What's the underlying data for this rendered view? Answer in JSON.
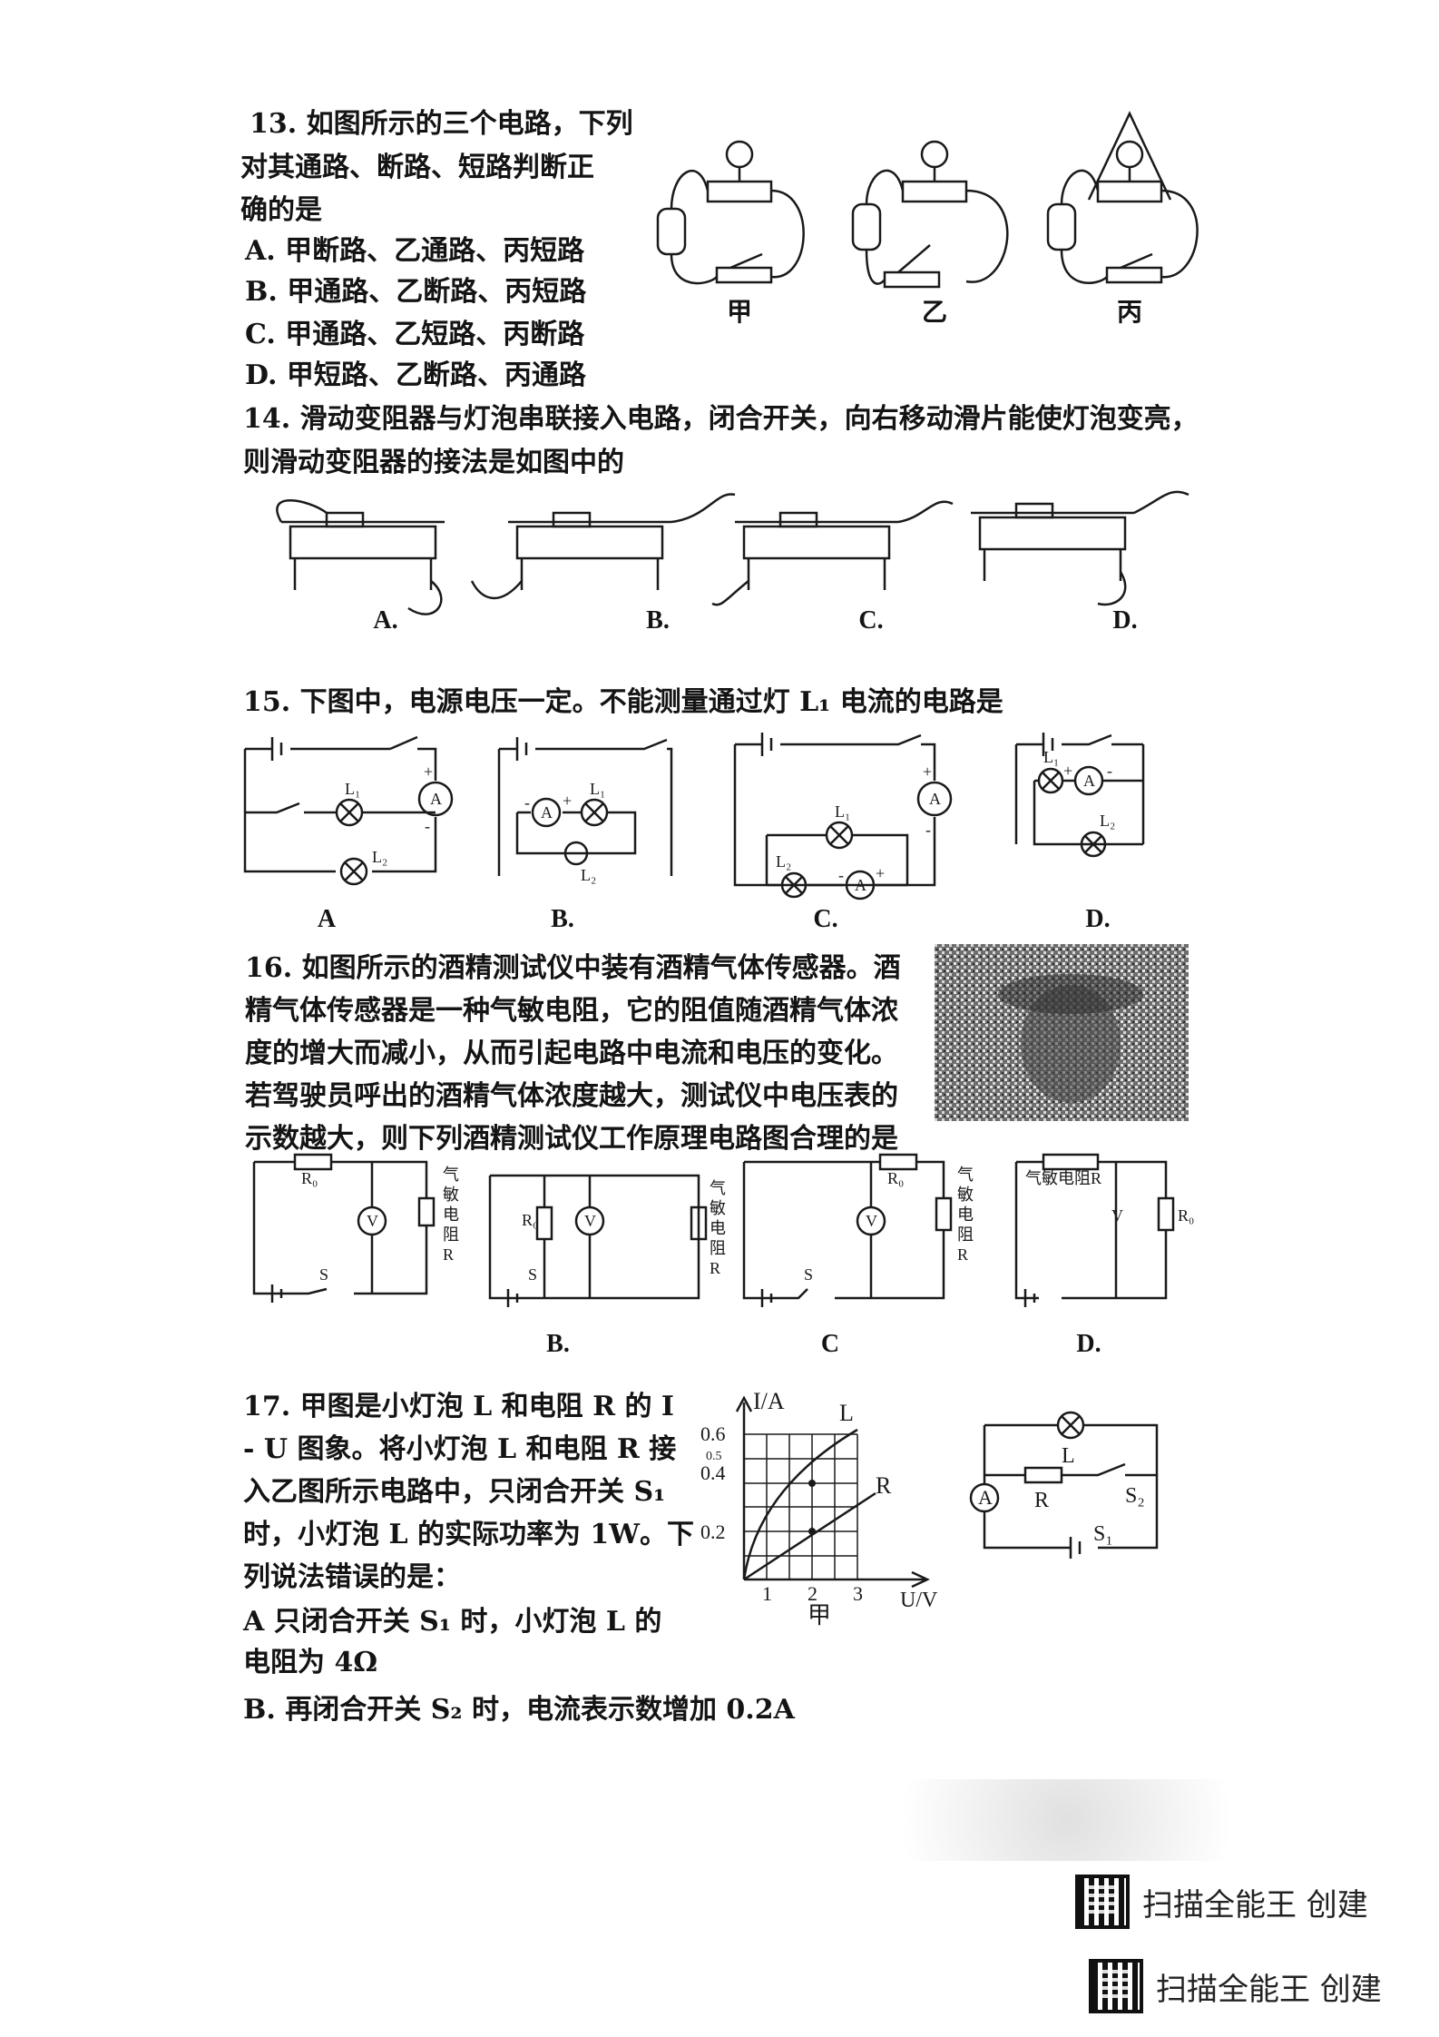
{
  "q13": {
    "lines": [
      "13. 如图所示的三个电路，下列",
      "对其通路、断路、短路判断正",
      "确的是"
    ],
    "options": [
      "A. 甲断路、乙通路、丙短路",
      "B. 甲通路、乙断路、丙短路",
      "C. 甲通路、乙短路、丙断路",
      "D. 甲短路、乙断路、丙通路"
    ],
    "figure_labels": [
      "甲",
      "乙",
      "丙"
    ]
  },
  "q14": {
    "lines": [
      "14. 滑动变阻器与灯泡串联接入电路，闭合开关，向右移动滑片能使灯泡变亮，",
      "则滑动变阻器的接法是如图中的"
    ],
    "figure_labels": [
      "A.",
      "B.",
      "C.",
      "D."
    ]
  },
  "q15": {
    "lines": [
      "15. 下图中，电源电压一定。不能测量通过灯 L₁ 电流的电路是"
    ],
    "figure_labels": [
      "A",
      "B.",
      "C.",
      "D."
    ],
    "symbols": {
      "lamp1": "L₁",
      "lamp2": "L₂",
      "ammeter": "A",
      "plus": "+",
      "minus": "-"
    }
  },
  "q16": {
    "lines": [
      "16. 如图所示的酒精测试仪中装有酒精气体传感器。酒",
      "精气体传感器是一种气敏电阻，它的阻值随酒精气体浓",
      "度的增大而减小，从而引起电路中电流和电压的变化。",
      "若驾驶员呼出的酒精气体浓度越大，测试仪中电压表的",
      "示数越大，则下列酒精测试仪工作原理电路图合理的是"
    ],
    "figure_labels": [
      "",
      "B.",
      "C",
      "D."
    ],
    "symbols": {
      "r0": "R₀",
      "voltmeter": "V",
      "switch": "S",
      "sensor": "气敏电阻",
      "sensor_r": "R",
      "sensor_stack": [
        "气",
        "敏",
        "电",
        "阻"
      ]
    }
  },
  "q17": {
    "lines": [
      "17. 甲图是小灯泡 L 和电阻 R 的 I",
      "- U 图象。将小灯泡 L 和电阻 R 接",
      "入乙图所示电路中，只闭合开关 S₁",
      "时，小灯泡 L 的实际功率为 1W。下",
      "列说法错误的是："
    ],
    "options": [
      "A  只闭合开关 S₁ 时，小灯泡 L 的",
      "电阻为 4Ω",
      "B. 再闭合开关 S₂ 时，电流表示数增加 0.2A"
    ],
    "graph": {
      "ylabel": "I/A",
      "xlabel": "U/V",
      "caption": "甲",
      "yticks": [
        "0.6",
        "0.5",
        "0.4",
        "0.2"
      ],
      "xticks": [
        "1",
        "2",
        "3"
      ],
      "curve_L": "L",
      "curve_R": "R"
    },
    "circuit": {
      "lamp": "L",
      "resistor": "R",
      "s1": "S₁",
      "s2": "S₂",
      "ammeter": "A"
    }
  },
  "watermark": {
    "text1": "扫描全能王  创建",
    "text2": "扫描全能王  创建"
  }
}
